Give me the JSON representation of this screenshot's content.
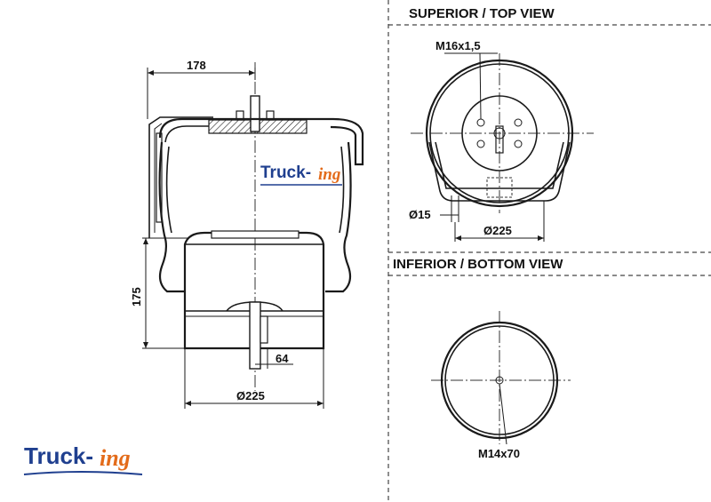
{
  "views": {
    "top_title": "SUPERIOR / TOP VIEW",
    "bottom_title": "INFERIOR / BOTTOM VIEW"
  },
  "side_view": {
    "dim_width_top": "178",
    "dim_height": "175",
    "dim_stud_offset": "64",
    "dim_piston_dia": "Ø225",
    "watermark_left": "Truck-",
    "watermark_right": "ing"
  },
  "top_view": {
    "dim_thread": "M16x1,5",
    "dim_hole": "Ø15",
    "dim_bracket_dia": "Ø225"
  },
  "bottom_view": {
    "dim_thread": "M14x70"
  },
  "logo": {
    "left": "Truck-",
    "right": "ing",
    "colors": {
      "primary": "#1f3f8f",
      "accent": "#e36b1a"
    }
  }
}
